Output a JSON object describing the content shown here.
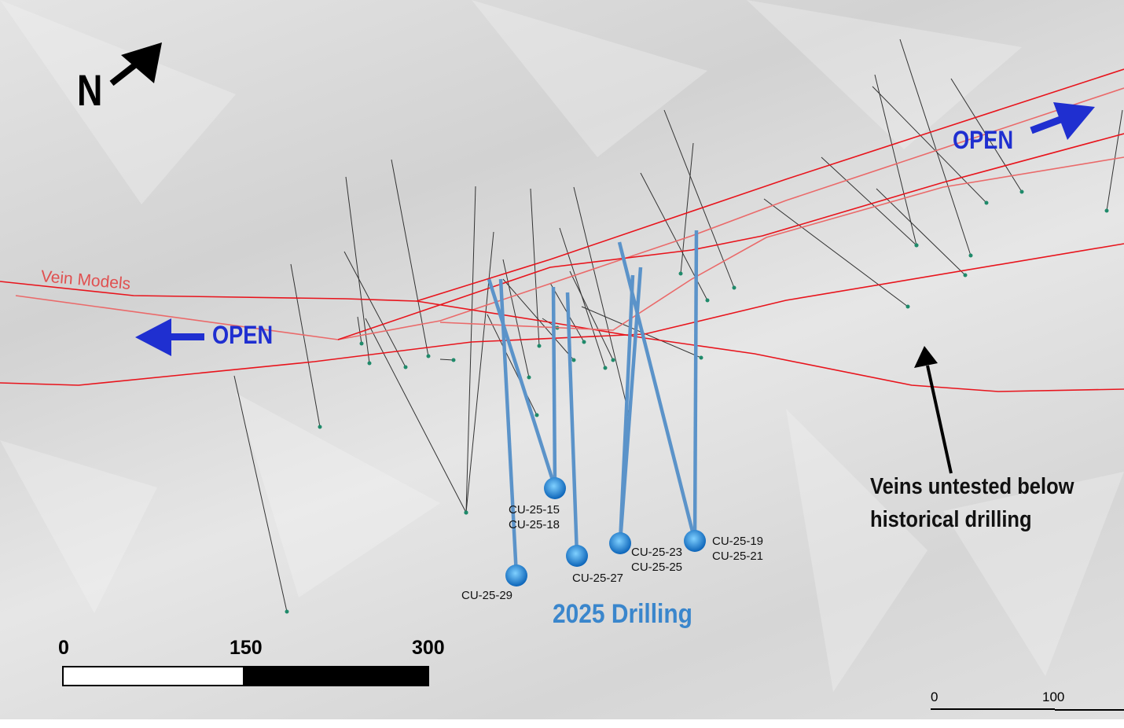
{
  "north_label": "N",
  "vein_label": "Vein Models",
  "open_west": "OPEN",
  "open_east": "OPEN",
  "untested_label": [
    "Veins untested below",
    "historical drilling"
  ],
  "drilling_label": "2025 Drilling",
  "holes": {
    "h15_18": [
      "CU-25-15",
      "CU-25-18"
    ],
    "h29": "CU-25-29",
    "h27": "CU-25-27",
    "h23_25": [
      "CU-25-23",
      "CU-25-25"
    ],
    "h19_21": [
      "CU-25-19",
      "CU-25-21"
    ]
  },
  "scale_main": {
    "t0": "0",
    "t1": "150",
    "t2": "300"
  },
  "scale_small": {
    "t0": "0",
    "t1": "100"
  },
  "colors": {
    "vein": "#e8141c",
    "drill2025": "#5b93c9",
    "arrow": "#1f2fd0",
    "label2025": "#3a86cc"
  }
}
